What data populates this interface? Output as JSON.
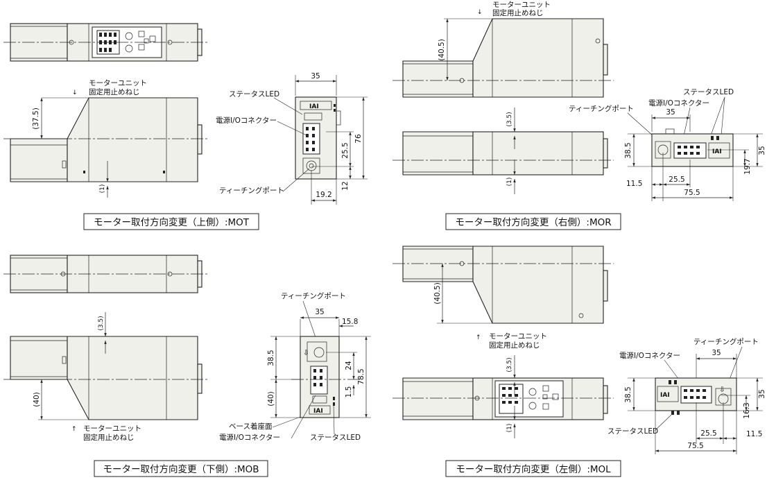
{
  "captions": {
    "mot": "モーター取付方向変更（上側）:MOT",
    "mor": "モーター取付方向変更（右側）:MOR",
    "mob": "モーター取付方向変更（下側）:MOB",
    "mol": "モーター取付方向変更（左側）:MOL"
  },
  "labels": {
    "motor_screw_1": "モーターユニット",
    "motor_screw_2": "固定用止めねじ",
    "status_led": "ステータスLED",
    "power_io": "電源I/Oコネクター",
    "teaching_port": "ティーチングポート",
    "base_surface": "ベース着座面"
  },
  "dims": {
    "d35": "35",
    "d76": "76",
    "d25_5": "25.5",
    "d12": "12",
    "d19_2": "19.2",
    "d37_5": "(37.5)",
    "d1": "(1)",
    "d40_5": "(40.5)",
    "d3_5": "(3.5)",
    "d38_5": "38.5",
    "d19_7": "19.7",
    "d11_5": "11.5",
    "d75_5": "75.5",
    "d15_8": "15.8",
    "d24": "24",
    "d78_5": "78.5",
    "d1_5": "1.5",
    "d40": "(40)",
    "d16_3": "16.3"
  },
  "logo": "IAI"
}
